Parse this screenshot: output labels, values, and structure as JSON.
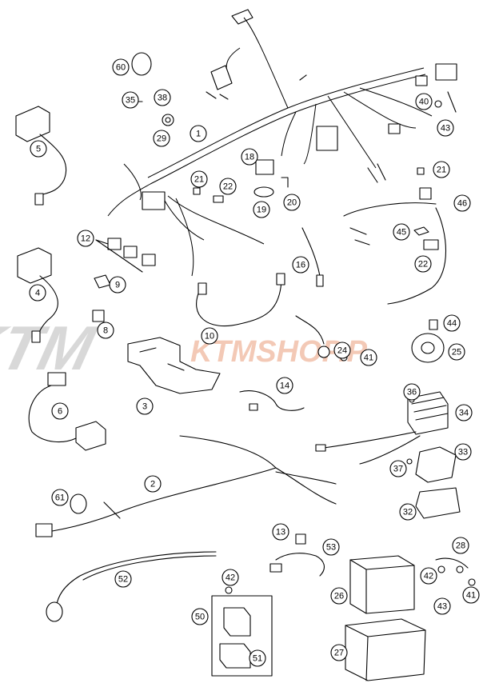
{
  "watermark": {
    "logo_text": "KTM",
    "site_text": "KTMSHOP.P",
    "logo_color": "#d8d8d8",
    "site_color": "#f3c9b6"
  },
  "colors": {
    "line": "#000000",
    "background": "#ffffff"
  },
  "callouts": [
    {
      "id": "c1",
      "label": "1"
    },
    {
      "id": "c2",
      "label": "2"
    },
    {
      "id": "c3",
      "label": "3"
    },
    {
      "id": "c4",
      "label": "4"
    },
    {
      "id": "c5",
      "label": "5"
    },
    {
      "id": "c6",
      "label": "6"
    },
    {
      "id": "c8",
      "label": "8"
    },
    {
      "id": "c9",
      "label": "9"
    },
    {
      "id": "c10",
      "label": "10"
    },
    {
      "id": "c12",
      "label": "12"
    },
    {
      "id": "c13",
      "label": "13"
    },
    {
      "id": "c14",
      "label": "14"
    },
    {
      "id": "c16",
      "label": "16"
    },
    {
      "id": "c18",
      "label": "18"
    },
    {
      "id": "c19",
      "label": "19"
    },
    {
      "id": "c20",
      "label": "20"
    },
    {
      "id": "c21a",
      "label": "21"
    },
    {
      "id": "c21b",
      "label": "21"
    },
    {
      "id": "c22a",
      "label": "22"
    },
    {
      "id": "c22b",
      "label": "22"
    },
    {
      "id": "c24",
      "label": "24"
    },
    {
      "id": "c25",
      "label": "25"
    },
    {
      "id": "c26",
      "label": "26"
    },
    {
      "id": "c27",
      "label": "27"
    },
    {
      "id": "c28",
      "label": "28"
    },
    {
      "id": "c29",
      "label": "29"
    },
    {
      "id": "c32",
      "label": "32"
    },
    {
      "id": "c33",
      "label": "33"
    },
    {
      "id": "c34",
      "label": "34"
    },
    {
      "id": "c35",
      "label": "35"
    },
    {
      "id": "c36",
      "label": "36"
    },
    {
      "id": "c37",
      "label": "37"
    },
    {
      "id": "c38",
      "label": "38"
    },
    {
      "id": "c40",
      "label": "40"
    },
    {
      "id": "c41a",
      "label": "41"
    },
    {
      "id": "c41b",
      "label": "41"
    },
    {
      "id": "c42a",
      "label": "42"
    },
    {
      "id": "c42b",
      "label": "42"
    },
    {
      "id": "c43a",
      "label": "43"
    },
    {
      "id": "c43b",
      "label": "43"
    },
    {
      "id": "c44",
      "label": "44"
    },
    {
      "id": "c45",
      "label": "45"
    },
    {
      "id": "c46",
      "label": "46"
    },
    {
      "id": "c50",
      "label": "50"
    },
    {
      "id": "c51",
      "label": "51"
    },
    {
      "id": "c52",
      "label": "52"
    },
    {
      "id": "c53",
      "label": "53"
    },
    {
      "id": "c60",
      "label": "60"
    },
    {
      "id": "c61",
      "label": "61"
    }
  ]
}
